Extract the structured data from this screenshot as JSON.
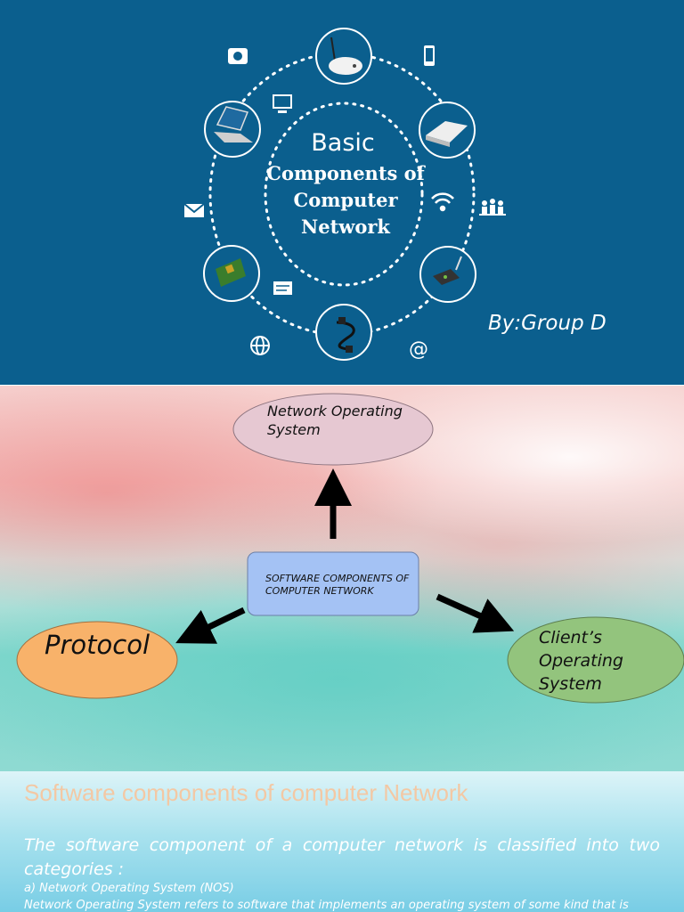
{
  "slide1": {
    "heading_small": "Basic",
    "heading_main": "Components of Computer Network",
    "author": "By:Group D",
    "colors": {
      "background": "#0b5f8e",
      "ring": "#ffffff"
    },
    "icons": [
      "router-icon",
      "laptop-icon",
      "modem-icon",
      "network-card-icon",
      "wireless-router-icon",
      "cable-icon",
      "camera-icon",
      "phone-icon",
      "monitor-icon",
      "email-icon",
      "wifi-icon",
      "people-icon",
      "message-icon",
      "globe-icon",
      "at-icon"
    ]
  },
  "slide2": {
    "center_box": "SOFTWARE    COMPONENTS OF COMPUTER NETWORK",
    "top_node": "Network Operating System",
    "left_node": "Protocol",
    "right_node": "Client’s Operating System",
    "colors": {
      "center": "#a4c2f4",
      "top": "#e6c8d2",
      "left": "#f8b26a",
      "right": "#93c47d"
    }
  },
  "slide3": {
    "title": "Software components of computer Network",
    "intro_line1": "The software component of a computer network is classified into two",
    "intro_line2": "categories :",
    "item_a": "a) Network Operating System (NOS)",
    "definition": "Network Operating System refers to software that implements an operating system of some kind that is"
  }
}
